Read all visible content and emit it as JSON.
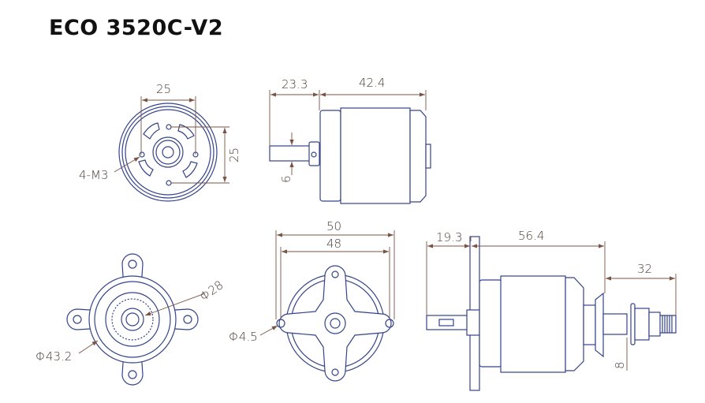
{
  "title": "ECO 3520C-V2",
  "views": {
    "front": {
      "hole_spacing_h": "25",
      "hole_spacing_v": "25",
      "holes": "4-M3"
    },
    "side": {
      "shaft_length": "23.3",
      "body_length": "42.4",
      "shaft_dia": "6"
    },
    "rear": {
      "inner_dia": "Φ28",
      "outer_dia": "Φ43.2"
    },
    "mount": {
      "outer_width": "50",
      "hole_spacing": "48",
      "hole_dia": "Φ4.5"
    },
    "side_mounted": {
      "rear_shaft": "19.3",
      "total_length": "56.4",
      "prop_adapter": "32",
      "adapter_dia": "8"
    }
  },
  "colors": {
    "line": "#34448a",
    "dimension": "#7a5546"
  }
}
